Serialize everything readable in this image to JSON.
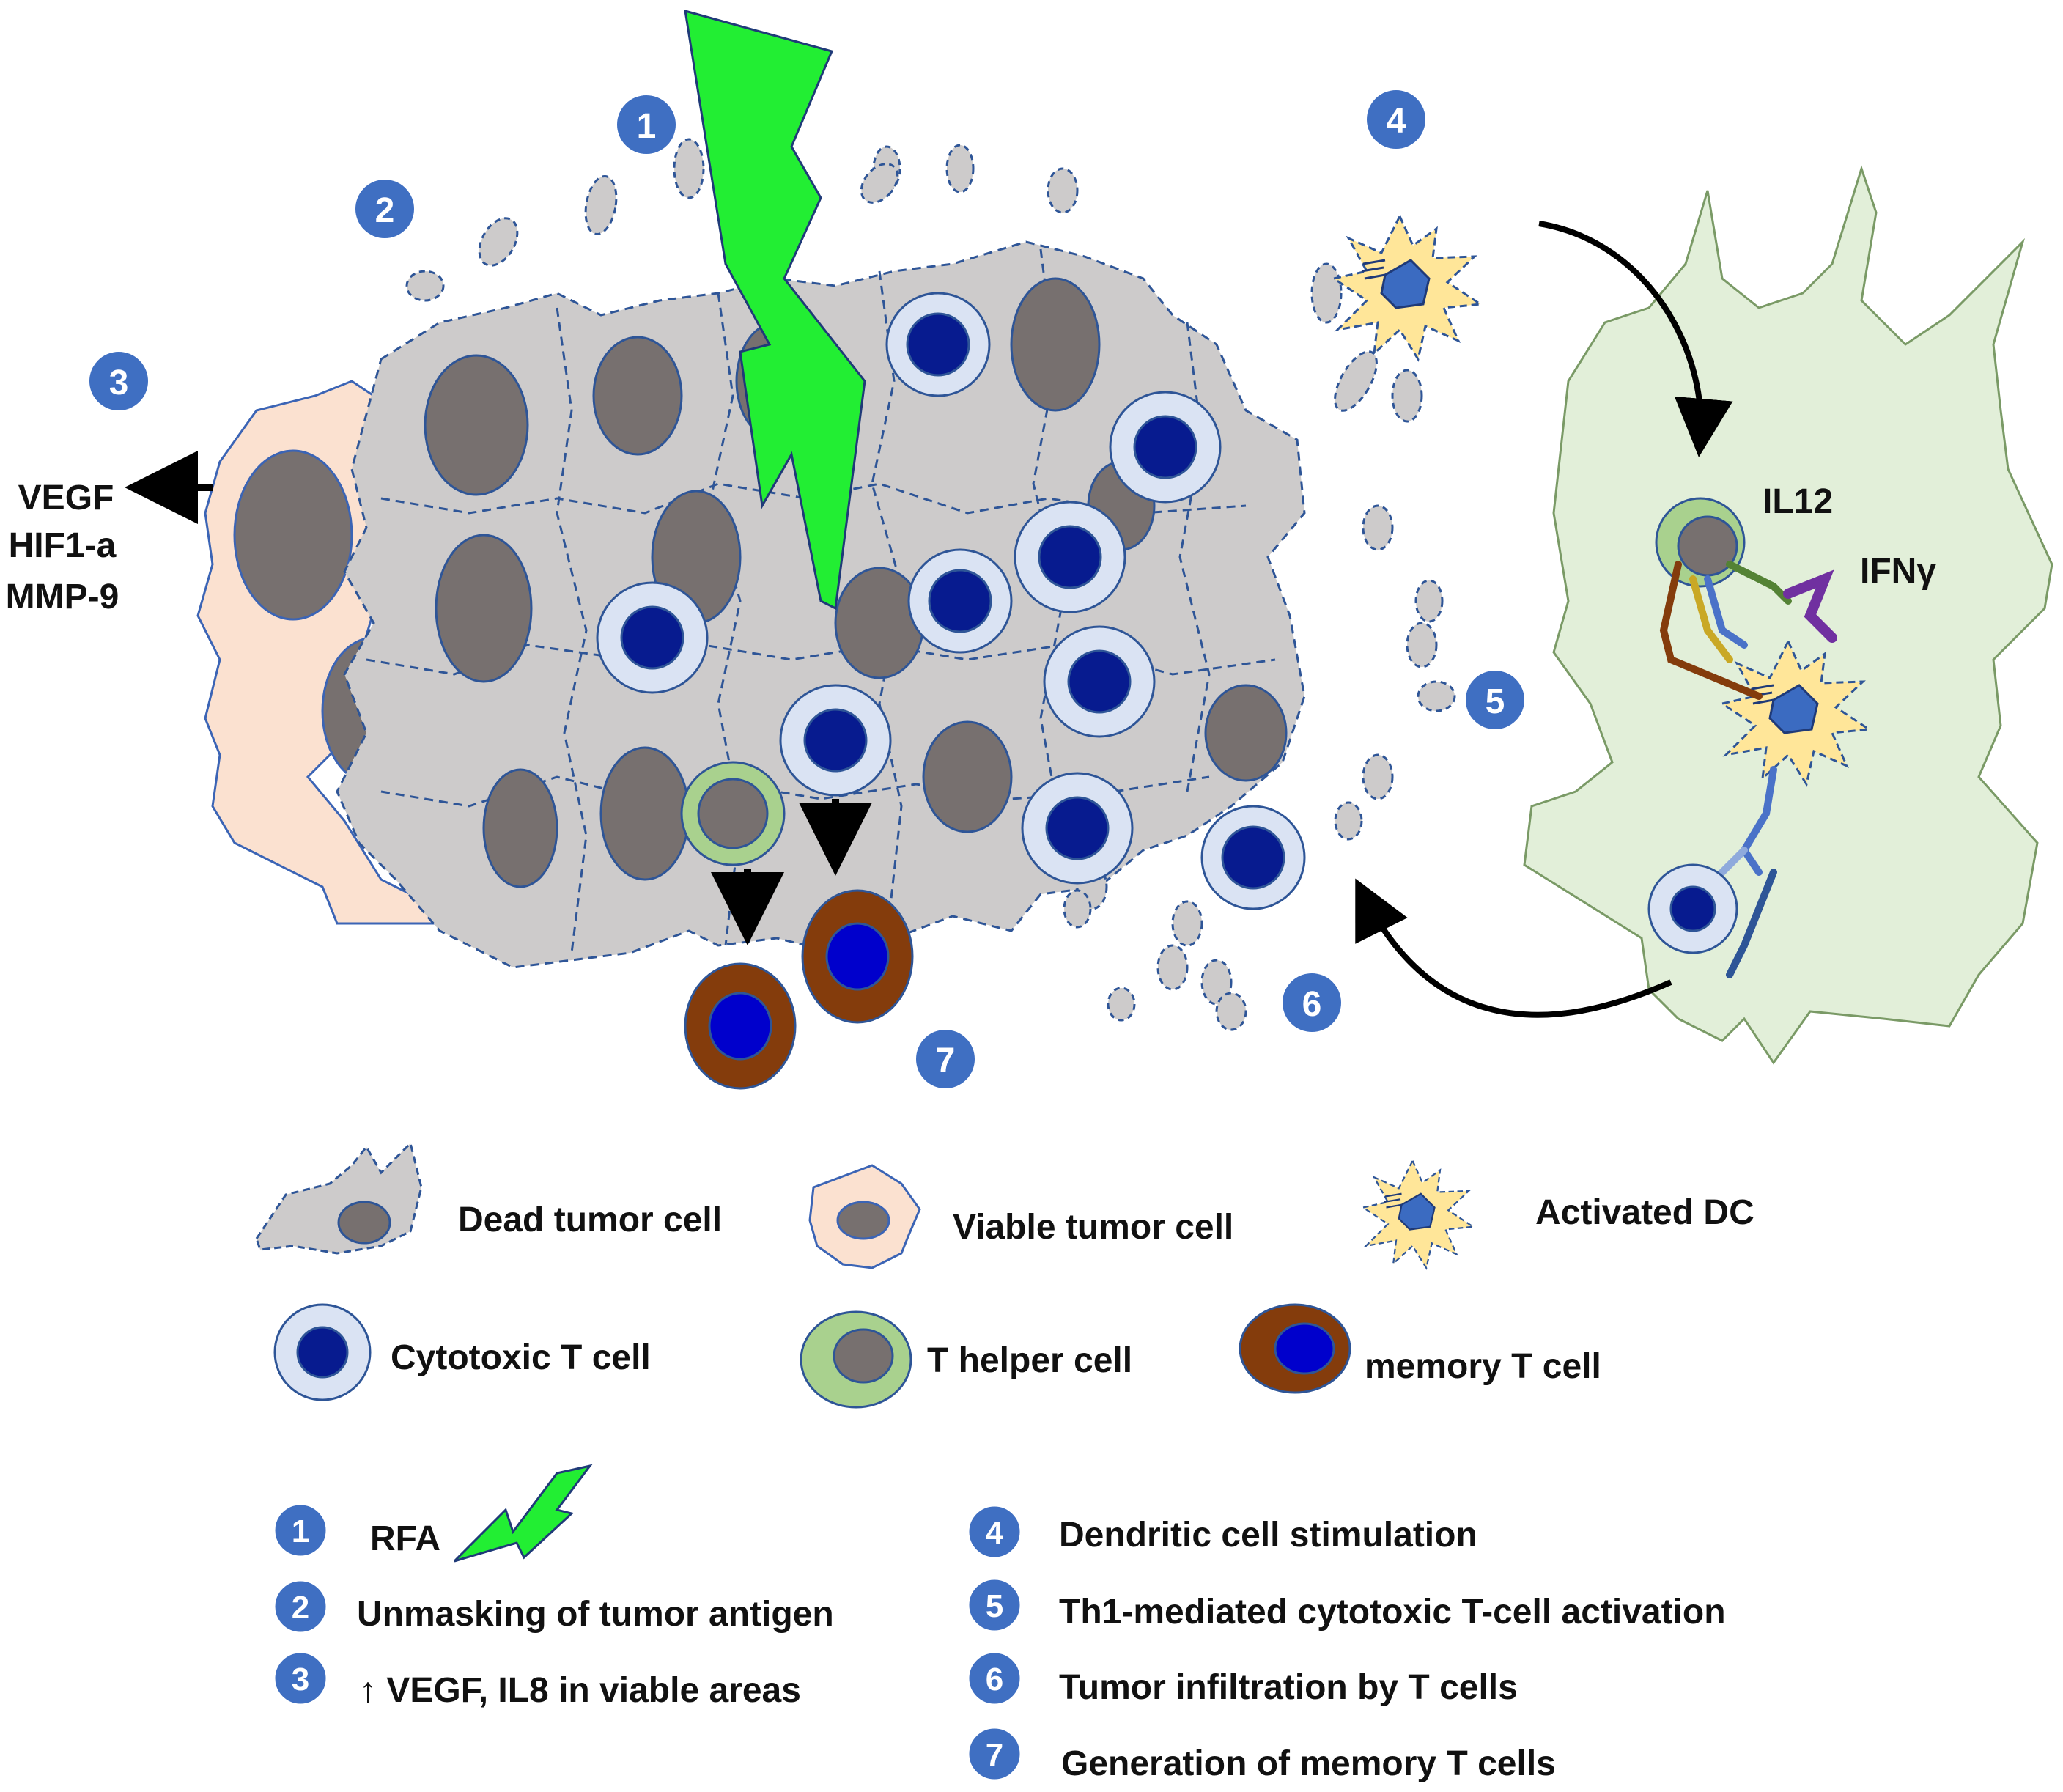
{
  "figure": {
    "diagram_labels": {
      "vegf": "VEGF",
      "hif1a": "HIF1-a",
      "mmp9": "MMP-9",
      "il12": "IL12",
      "ifng": "IFNγ"
    },
    "step_badges": [
      "1",
      "2",
      "3",
      "4",
      "5",
      "6",
      "7"
    ]
  },
  "legend": {
    "cells": [
      {
        "label": "Dead tumor cell",
        "icon": "dead-tumor-cell-icon"
      },
      {
        "label": "Viable tumor cell",
        "icon": "viable-tumor-cell-icon"
      },
      {
        "label": "Activated DC",
        "icon": "activated-dc-icon"
      },
      {
        "label": "Cytotoxic  T cell",
        "icon": "cytotoxic-t-cell-icon"
      },
      {
        "label": "T helper cell",
        "icon": "t-helper-cell-icon"
      },
      {
        "label": "memory  T cell",
        "icon": "memory-t-cell-icon"
      }
    ],
    "steps": [
      {
        "num": "1",
        "label": "RFA"
      },
      {
        "num": "2",
        "label": "Unmasking of tumor antigen"
      },
      {
        "num": "3",
        "label": "↑ VEGF, IL8 in viable areas"
      },
      {
        "num": "4",
        "label": "Dendritic cell stimulation"
      },
      {
        "num": "5",
        "label": "Th1-mediated  cytotoxic  T-cell activation"
      },
      {
        "num": "6",
        "label": "Tumor infiltration by T cells"
      },
      {
        "num": "7",
        "label": "Generation of memory  T cells"
      }
    ]
  },
  "colors": {
    "badge": "#3f6fc2",
    "dead_cell_fill": "#cdcbcb",
    "nucleus": "#77706f",
    "viable_cell_fill": "#fbe1d0",
    "cytotoxic_outer": "#dae3f3",
    "cytotoxic_nucleus": "#071b8f",
    "helper_outer": "#a9d18e",
    "memory_outer": "#843c0c",
    "memory_nucleus": "#0000cc",
    "dc_fill": "#ffe699",
    "activation_zone": "#e2efd9",
    "lightning": "#22ee33"
  }
}
